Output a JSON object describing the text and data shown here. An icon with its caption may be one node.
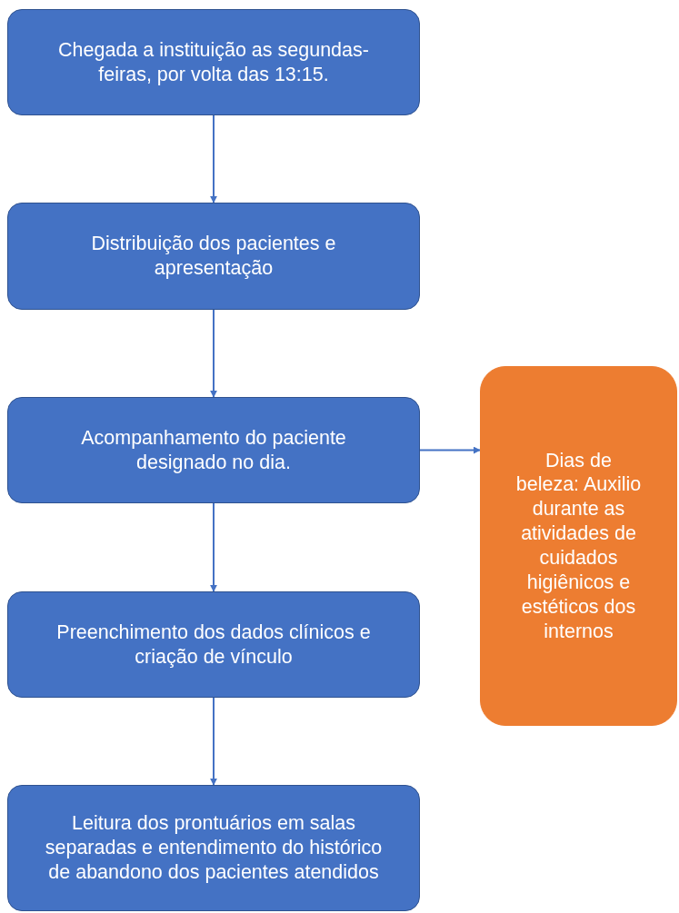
{
  "diagram": {
    "nodes": [
      {
        "text": [
          "Chegada a instituição as segundas-feiras, por volta das 13:15."
        ]
      },
      {
        "text": [
          "Distribuição dos pacientes e apresentação"
        ]
      },
      {
        "text": [
          "Acompanhamento do paciente designado no dia."
        ]
      },
      {
        "text": [
          "Preenchimento dos dados clínicos e criação de vínculo"
        ]
      },
      {
        "text": [
          "Leitura dos prontuários em salas separadas e entendimento do histórico de abandono dos pacientes atendidos"
        ]
      },
      {
        "text": [
          "Dias de beleza: Auxilio durante as atividades de cuidados higiênicos e estéticos dos internos"
        ]
      }
    ],
    "edges": [
      {
        "from": 0,
        "to": 1,
        "arrow": "to"
      },
      {
        "from": 1,
        "to": 2,
        "arrow": "to"
      },
      {
        "from": 2,
        "to": 3,
        "arrow": "to"
      },
      {
        "from": 3,
        "to": 4,
        "arrow": "to"
      },
      {
        "from": 2,
        "to": 5,
        "arrow": "to"
      }
    ]
  }
}
